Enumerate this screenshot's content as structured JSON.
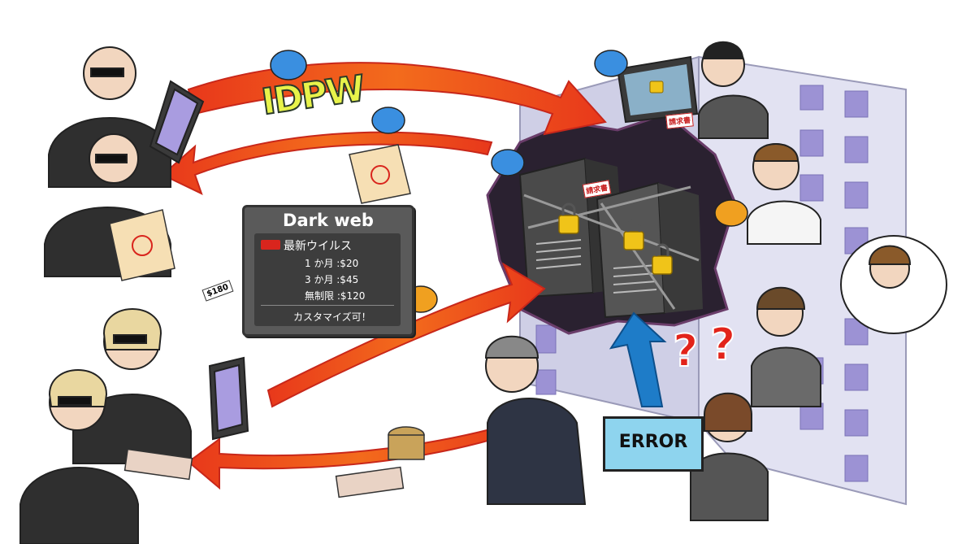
{
  "labels": {
    "idpw": "IDPW",
    "error": "ERROR",
    "question_marks": [
      "?",
      "?"
    ],
    "price_tag": "$180"
  },
  "dark_web_panel": {
    "title": "Dark web",
    "heading": "最新ウイルス",
    "prices": [
      "1 か月 :$20",
      "3 か月 :$45",
      "無制限 :$120"
    ],
    "footer": "カスタマイズ可！"
  },
  "stamps": [
    "請求書",
    "請求書"
  ],
  "colors": {
    "arrow_red": "#e8381b",
    "arrow_orange": "#f7a21b",
    "building": "#d8d8ee",
    "window": "#9c92d4",
    "blue_arrow": "#1e7cc8",
    "dark_panel": "#5a5a5a"
  }
}
